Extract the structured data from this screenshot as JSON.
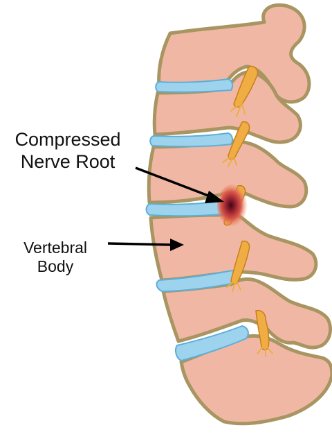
{
  "labels": {
    "compressed_nerve_root": {
      "line1": "Compressed",
      "line2": "Nerve Root"
    },
    "vertebral_body": {
      "line1": "Vertebral",
      "line2": "Body"
    }
  },
  "colors": {
    "bone_fill": "#f0b8a4",
    "bone_outline": "#a89561",
    "disc_fill": "#9ed3ee",
    "disc_outline": "#5eaed8",
    "nerve": "#efad44",
    "nerve_outline": "#c77f17",
    "compression": "#b8323a",
    "arrow": "#000000",
    "background": "#ffffff"
  }
}
